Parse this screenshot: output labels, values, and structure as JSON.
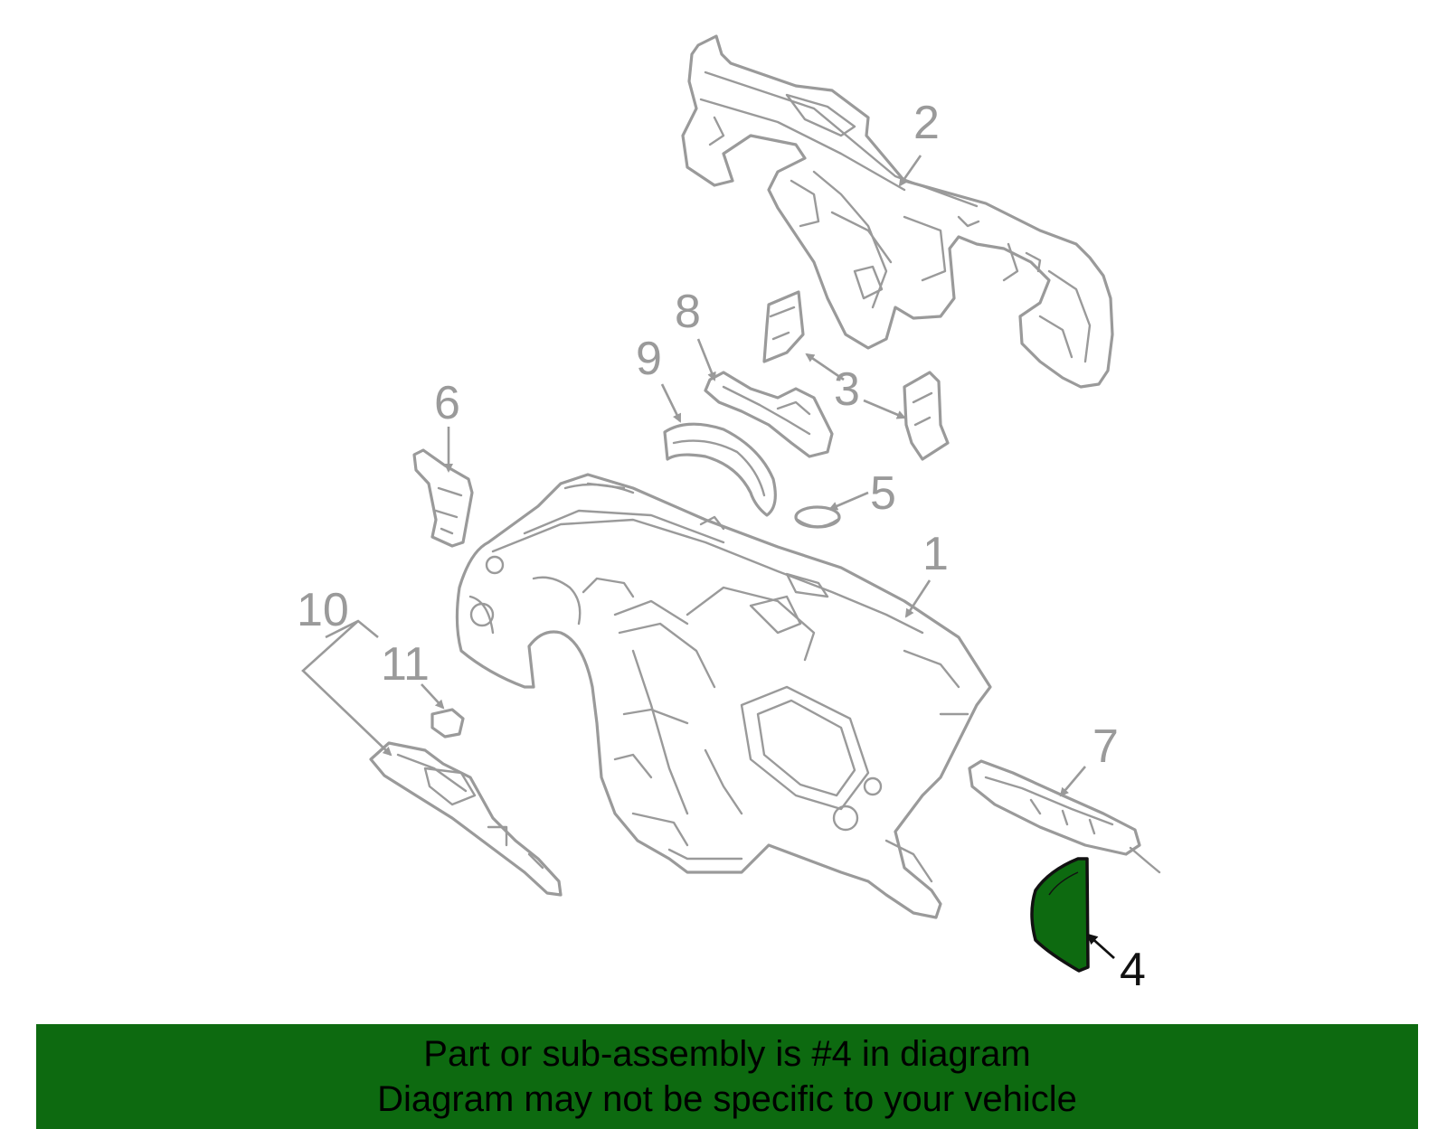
{
  "callouts": {
    "c1": "1",
    "c2": "2",
    "c3": "3",
    "c4": "4",
    "c5": "5",
    "c6": "6",
    "c7": "7",
    "c8": "8",
    "c9": "9",
    "c10": "10",
    "c11": "11"
  },
  "highlight_part": "4",
  "colors": {
    "highlight_fill": "#0d6a10",
    "outline": "#9a9a9a",
    "banner": "#0d6a10"
  },
  "banner": {
    "line1": "Part or sub-assembly is #4 in diagram",
    "line2": "Diagram may not be specific to your vehicle"
  }
}
